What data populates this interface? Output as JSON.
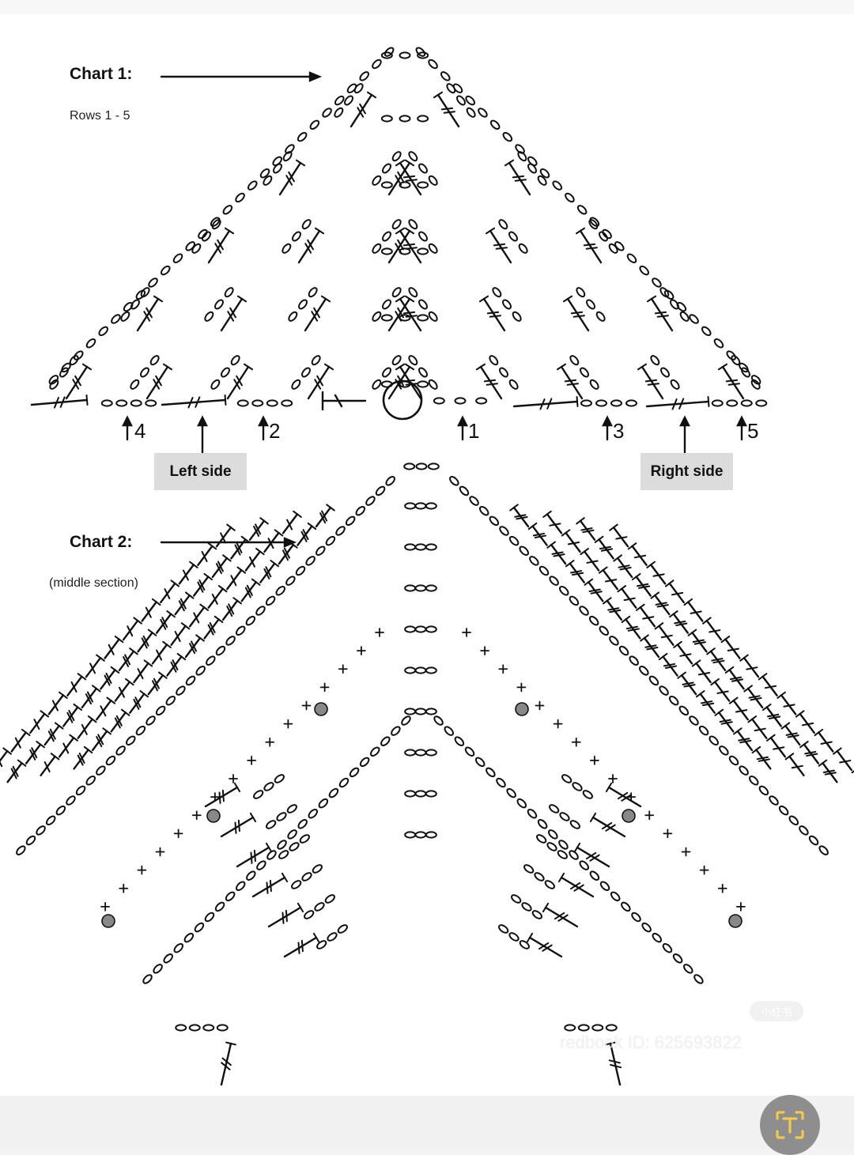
{
  "chart1": {
    "title": "Chart 1:",
    "subtitle": "Rows 1 - 5",
    "row_labels": [
      "4",
      "2",
      "1",
      "3",
      "5"
    ],
    "left_side_label": "Left side",
    "right_side_label": "Right side"
  },
  "chart2": {
    "title": "Chart 2:",
    "subtitle": "(middle section)"
  },
  "watermark": {
    "badge": "小红书",
    "id_text": "redbook ID: 625693822"
  },
  "colors": {
    "ink": "#111111",
    "label_box": "#dcdcdc",
    "fab": "#8e8e8e",
    "fab_icon": "#f2c94c"
  },
  "icons": {
    "arrow": "arrow-up-icon",
    "text_scan": "text-recognition-icon"
  }
}
